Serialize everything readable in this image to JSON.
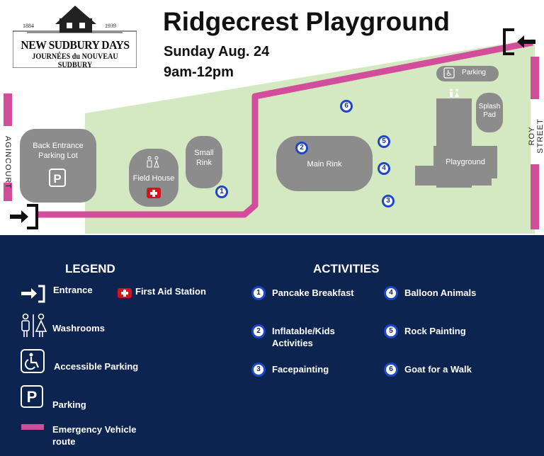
{
  "logo": {
    "year_left": "1884",
    "year_right": "1939",
    "line1": "NEW SUDBURY DAYS",
    "line2": "JOURNÉES du NOUVEAU SUDBURY"
  },
  "header": {
    "title": "Ridgecrest Playground",
    "date": "Sunday Aug. 24",
    "time": "9am-12pm"
  },
  "streets": {
    "left": "AGINCOURT",
    "right": "ROY STREET"
  },
  "map": {
    "back_lot": "Back Entrance Parking Lot",
    "field_house": "Field House",
    "small_rink": "Small Rink",
    "main_rink": "Main Rink",
    "playground": "Playground",
    "splash_pad": "Splash Pad",
    "parking": "Parking"
  },
  "markers": [
    "1",
    "2",
    "3",
    "4",
    "5",
    "6"
  ],
  "legend": {
    "title": "LEGEND",
    "entrance": "Entrance",
    "first_aid": "First Aid Station",
    "washrooms": "Washrooms",
    "accessible_parking": "Accessible Parking",
    "parking": "Parking",
    "emergency": "Emergency Vehicle route"
  },
  "activities": {
    "title": "ACTIVITIES",
    "items": [
      {
        "num": "1",
        "label": "Pancake Breakfast"
      },
      {
        "num": "2",
        "label": "Inflatable/Kids Activities"
      },
      {
        "num": "3",
        "label": "Facepainting"
      },
      {
        "num": "4",
        "label": "Balloon Animals"
      },
      {
        "num": "5",
        "label": "Rock Painting"
      },
      {
        "num": "6",
        "label": "Goat for a Walk"
      }
    ]
  },
  "colors": {
    "grass": "#d4e8c2",
    "building": "#8c8c8c",
    "route": "#d24e9b",
    "navy": "#0d2350",
    "marker": "#1f46c8"
  }
}
